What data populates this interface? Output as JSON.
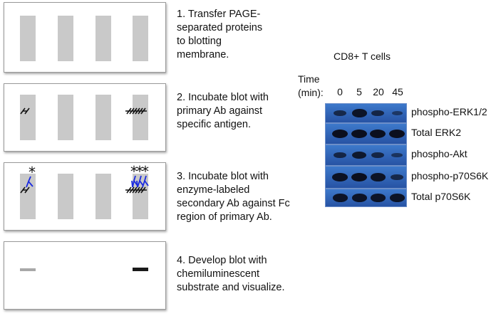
{
  "steps": [
    {
      "lines": [
        "1. Transfer PAGE-",
        "separated proteins",
        "to blotting",
        "membrane."
      ]
    },
    {
      "lines": [
        "2. Incubate blot with",
        "primary Ab against",
        "specific antigen."
      ]
    },
    {
      "lines": [
        "3. Incubate blot with",
        "enzyme-labeled",
        "secondary Ab against Fc",
        "region of primary Ab."
      ]
    },
    {
      "lines": [
        "4. Develop blot with",
        "chemiluminescent",
        "substrate and visualize."
      ]
    }
  ],
  "gel": {
    "title": "CD8+ T cells",
    "time_label_line1": "Time",
    "time_label_line2": "(min):",
    "time_points": [
      "0",
      "5",
      "20",
      "45"
    ],
    "rows": [
      {
        "label": "phospho-ERK1/2",
        "intensity": [
          0.55,
          0.9,
          0.6,
          0.3
        ]
      },
      {
        "label": "Total ERK2",
        "intensity": [
          1.0,
          1.0,
          1.0,
          1.0
        ]
      },
      {
        "label": "phospho-Akt",
        "intensity": [
          0.6,
          0.85,
          0.6,
          0.35
        ]
      },
      {
        "label": "phospho-p70S6K",
        "intensity": [
          0.95,
          1.0,
          0.9,
          0.55
        ]
      },
      {
        "label": "Total p70S6K",
        "intensity": [
          0.9,
          0.9,
          0.9,
          0.9
        ]
      }
    ]
  },
  "colors": {
    "lane": "#c9c9c9",
    "antibody_primary": "#111111",
    "antibody_secondary": "#1a2ae0",
    "blot_bg": "#3366bb"
  }
}
